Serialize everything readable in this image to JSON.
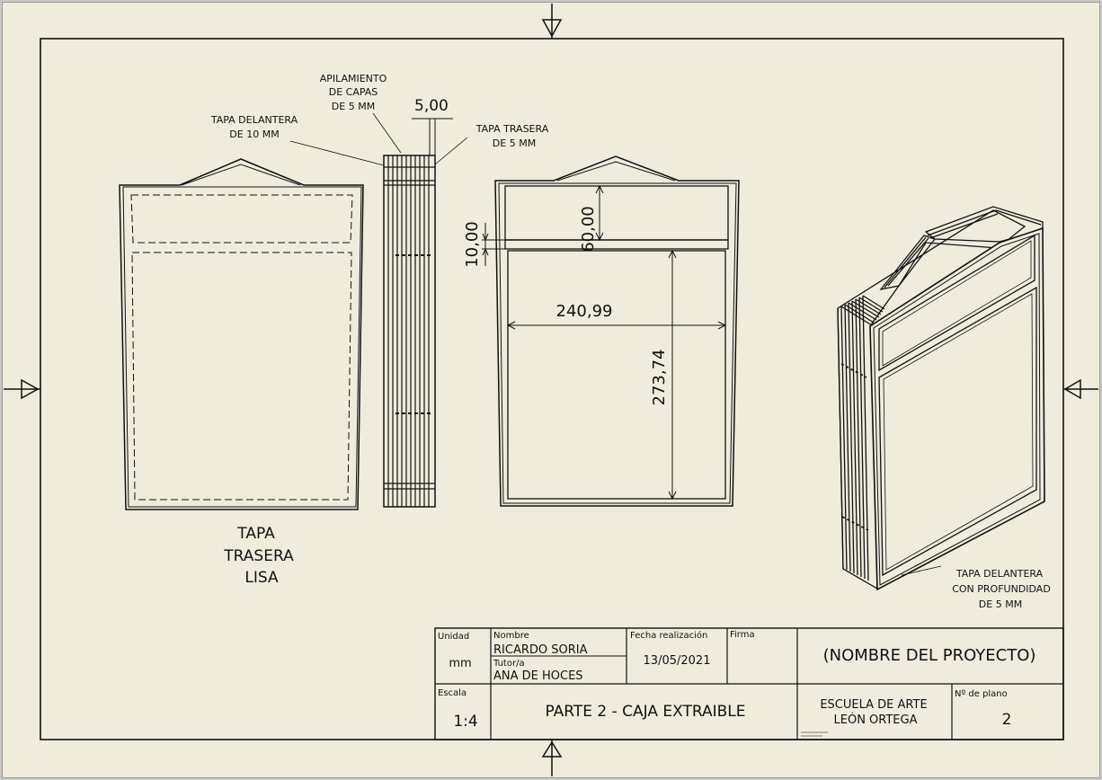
{
  "annotations": {
    "apilamiento": [
      "APILAMIENTO",
      "DE CAPAS",
      "DE 5 MM"
    ],
    "tapa_delantera_10": [
      "TAPA DELANTERA",
      "DE 10 MM"
    ],
    "tapa_trasera_5": [
      "TAPA TRASERA",
      "DE 5 MM"
    ],
    "tapa_trasera_lisa": [
      "TAPA",
      "TRASERA",
      "LISA"
    ],
    "tapa_delantera_prof": [
      "TAPA DELANTERA",
      "CON PROFUNDIDAD",
      "DE 5 MM"
    ]
  },
  "dimensions": {
    "thickness": "5,00",
    "top_section": "60,00",
    "divider": "10,00",
    "width": "240,99",
    "height": "273,74"
  },
  "title_block": {
    "unidad_label": "Unidad",
    "unidad_value": "mm",
    "nombre_label": "Nombre",
    "nombre_value": "RICARDO SORIA",
    "tutor_label": "Tutor/a",
    "tutor_value": "ANA DE HOCES",
    "fecha_label": "Fecha realización",
    "fecha_value": "13/05/2021",
    "firma_label": "Firma",
    "proyecto": "(NOMBRE DEL PROYECTO)",
    "escala_label": "Escala",
    "escala_value": "1:4",
    "parte": "PARTE 2 - CAJA EXTRAIBLE",
    "escuela": [
      "ESCUELA DE ARTE",
      "LEÓN ORTEGA"
    ],
    "plano_label": "Nº de plano",
    "plano_value": "2"
  }
}
